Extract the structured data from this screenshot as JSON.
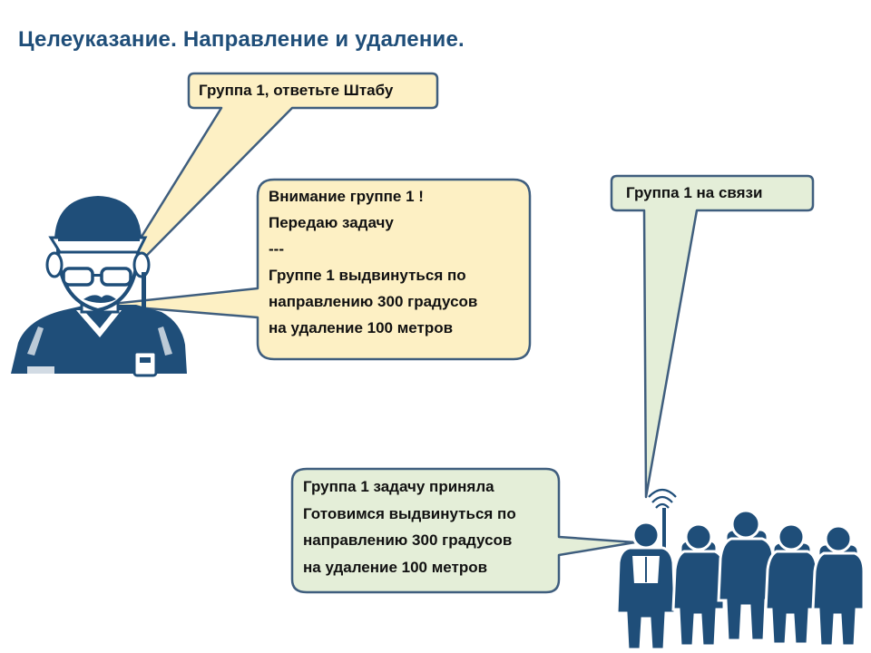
{
  "title": "Целеуказание. Направление и удаление.",
  "colors": {
    "figure": "#1f4e79",
    "title": "#1f4e79",
    "hq_bubble_fill": "#fdf0c4",
    "group_bubble_fill": "#e4eed8",
    "bubble_border": "#3f5e7e"
  },
  "bubbles": {
    "hq_call": "Группа 1, ответьте Штабу",
    "hq_task": "Внимание группе 1 !\nПередаю задачу\n---\nГруппе 1 выдвинуться по\nнаправлению 300 градусов\nна удаление 100 метров",
    "group_reply": "Группа 1 на связи",
    "group_ack": "Группа 1 задачу приняла\nГотовимся выдвинуться по\nнаправлению 300 градусов\nна удаление 100 метров"
  },
  "icons": {
    "hq": "radio-operator-icon",
    "group": "hiking-group-icon"
  }
}
